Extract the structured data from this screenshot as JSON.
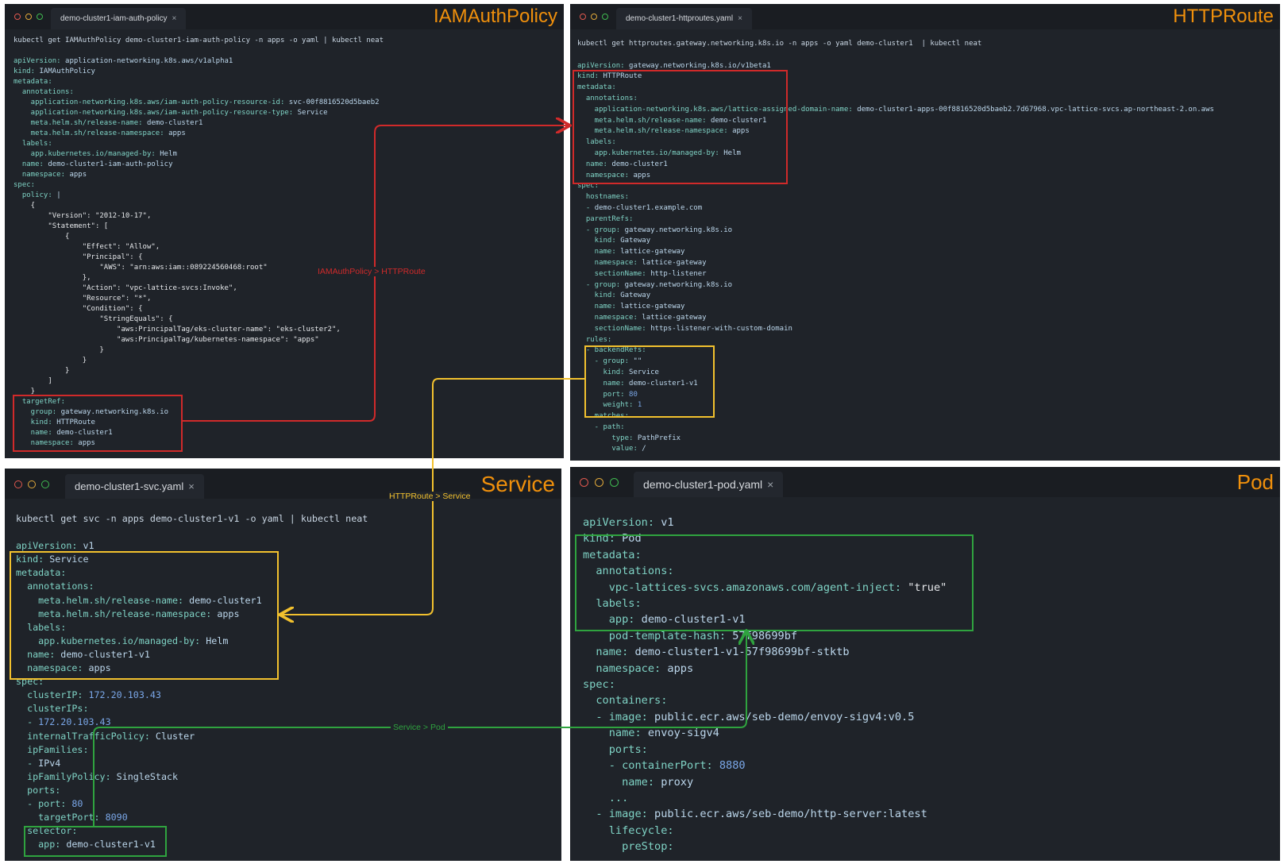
{
  "panels": {
    "iam": {
      "tab": "demo-cluster1-iam-auth-policy",
      "title": "IAMAuthPolicy",
      "command": "kubectl get IAMAuthPolicy demo-cluster1-iam-auth-policy -n apps -o yaml | kubectl neat",
      "lines": [
        {
          "t": "apiVersion: ",
          "v": "application-networking.k8s.aws/v1alpha1"
        },
        {
          "t": "kind: ",
          "v": "IAMAuthPolicy"
        },
        {
          "t": "metadata:"
        },
        {
          "t": "  annotations:"
        },
        {
          "t": "    application-networking.k8s.aws/iam-auth-policy-resource-id: ",
          "v": "svc-00f8816520d5baeb2"
        },
        {
          "t": "    application-networking.k8s.aws/iam-auth-policy-resource-type: ",
          "v": "Service"
        },
        {
          "t": "    meta.helm.sh/release-name: ",
          "v": "demo-cluster1"
        },
        {
          "t": "    meta.helm.sh/release-namespace: ",
          "v": "apps"
        },
        {
          "t": "  labels:"
        },
        {
          "t": "    app.kubernetes.io/managed-by: ",
          "v": "Helm"
        },
        {
          "t": "  name: ",
          "v": "demo-cluster1-iam-auth-policy"
        },
        {
          "t": "  namespace: ",
          "v": "apps"
        },
        {
          "t": "spec:"
        },
        {
          "t": "  policy: ",
          "v": "|"
        },
        {
          "s": "    {"
        },
        {
          "s": "        \"Version\": \"2012-10-17\","
        },
        {
          "s": "        \"Statement\": ["
        },
        {
          "s": "            {"
        },
        {
          "s": "                \"Effect\": \"Allow\","
        },
        {
          "s": "                \"Principal\": {"
        },
        {
          "s": "                    \"AWS\": \"arn:aws:iam::089224560468:root\""
        },
        {
          "s": "                },"
        },
        {
          "s": "                \"Action\": \"vpc-lattice-svcs:Invoke\","
        },
        {
          "s": "                \"Resource\": \"*\","
        },
        {
          "s": "                \"Condition\": {"
        },
        {
          "s": "                    \"StringEquals\": {"
        },
        {
          "s": "                        \"aws:PrincipalTag/eks-cluster-name\": \"eks-cluster2\","
        },
        {
          "s": "                        \"aws:PrincipalTag/kubernetes-namespace\": \"apps\""
        },
        {
          "s": "                    }"
        },
        {
          "s": "                }"
        },
        {
          "s": "            }"
        },
        {
          "s": "        ]"
        },
        {
          "s": "    }"
        },
        {
          "t": "  targetRef:"
        },
        {
          "t": "    group: ",
          "v": "gateway.networking.k8s.io"
        },
        {
          "t": "    kind: ",
          "v": "HTTPRoute"
        },
        {
          "t": "    name: ",
          "v": "demo-cluster1"
        },
        {
          "t": "    namespace: ",
          "v": "apps"
        }
      ]
    },
    "httproute": {
      "tab": "demo-cluster1-httproutes.yaml",
      "title": "HTTPRoute",
      "command": "kubectl get httproutes.gateway.networking.k8s.io -n apps -o yaml demo-cluster1  | kubectl neat",
      "lines": [
        {
          "t": "apiVersion: ",
          "v": "gateway.networking.k8s.io/v1beta1"
        },
        {
          "t": "kind: ",
          "v": "HTTPRoute"
        },
        {
          "t": "metadata:"
        },
        {
          "t": "  annotations:"
        },
        {
          "t": "    application-networking.k8s.aws/lattice-assigned-domain-name: ",
          "v": "demo-cluster1-apps-00f8816520d5baeb2.7d67968.vpc-lattice-svcs.ap-northeast-2.on.aws"
        },
        {
          "t": "    meta.helm.sh/release-name: ",
          "v": "demo-cluster1"
        },
        {
          "t": "    meta.helm.sh/release-namespace: ",
          "v": "apps"
        },
        {
          "t": "  labels:"
        },
        {
          "t": "    app.kubernetes.io/managed-by: ",
          "v": "Helm"
        },
        {
          "t": "  name: ",
          "v": "demo-cluster1"
        },
        {
          "t": "  namespace: ",
          "v": "apps"
        },
        {
          "t": "spec:"
        },
        {
          "t": "  hostnames:"
        },
        {
          "t": "  - ",
          "v": "demo-cluster1.example.com"
        },
        {
          "t": "  parentRefs:"
        },
        {
          "t": "  - group: ",
          "v": "gateway.networking.k8s.io"
        },
        {
          "t": "    kind: ",
          "v": "Gateway"
        },
        {
          "t": "    name: ",
          "v": "lattice-gateway"
        },
        {
          "t": "    namespace: ",
          "v": "lattice-gateway"
        },
        {
          "t": "    sectionName: ",
          "v": "http-listener"
        },
        {
          "t": "  - group: ",
          "v": "gateway.networking.k8s.io"
        },
        {
          "t": "    kind: ",
          "v": "Gateway"
        },
        {
          "t": "    name: ",
          "v": "lattice-gateway"
        },
        {
          "t": "    namespace: ",
          "v": "lattice-gateway"
        },
        {
          "t": "    sectionName: ",
          "v": "https-listener-with-custom-domain"
        },
        {
          "t": "  rules:"
        },
        {
          "t": "  - backendRefs:"
        },
        {
          "t": "    - group: ",
          "v": "\"\""
        },
        {
          "t": "      kind: ",
          "v": "Service"
        },
        {
          "t": "      name: ",
          "v": "demo-cluster1-v1"
        },
        {
          "t": "      port: ",
          "n": "80"
        },
        {
          "t": "      weight: ",
          "n": "1"
        },
        {
          "t": "    matches:"
        },
        {
          "t": "    - path:"
        },
        {
          "t": "        type: ",
          "v": "PathPrefix"
        },
        {
          "t": "        value: ",
          "v": "/"
        }
      ]
    },
    "service": {
      "tab": "demo-cluster1-svc.yaml",
      "title": "Service",
      "command": "kubectl get svc -n apps demo-cluster1-v1 -o yaml | kubectl neat",
      "lines": [
        {
          "t": "apiVersion: ",
          "v": "v1"
        },
        {
          "t": "kind: ",
          "v": "Service"
        },
        {
          "t": "metadata:"
        },
        {
          "t": "  annotations:"
        },
        {
          "t": "    meta.helm.sh/release-name: ",
          "v": "demo-cluster1"
        },
        {
          "t": "    meta.helm.sh/release-namespace: ",
          "v": "apps"
        },
        {
          "t": "  labels:"
        },
        {
          "t": "    app.kubernetes.io/managed-by: ",
          "v": "Helm"
        },
        {
          "t": "  name: ",
          "v": "demo-cluster1-v1"
        },
        {
          "t": "  namespace: ",
          "v": "apps"
        },
        {
          "t": "spec:"
        },
        {
          "t": "  clusterIP: ",
          "n": "172.20.103.43"
        },
        {
          "t": "  clusterIPs:"
        },
        {
          "t": "  - ",
          "n": "172.20.103.43"
        },
        {
          "t": "  internalTrafficPolicy: ",
          "v": "Cluster"
        },
        {
          "t": "  ipFamilies:"
        },
        {
          "t": "  - ",
          "v": "IPv4"
        },
        {
          "t": "  ipFamilyPolicy: ",
          "v": "SingleStack"
        },
        {
          "t": "  ports:"
        },
        {
          "t": "  - port: ",
          "n": "80"
        },
        {
          "t": "    targetPort: ",
          "n": "8090"
        },
        {
          "t": "  selector:"
        },
        {
          "t": "    app: ",
          "v": "demo-cluster1-v1"
        }
      ]
    },
    "pod": {
      "tab": "demo-cluster1-pod.yaml",
      "title": "Pod",
      "command": "",
      "lines": [
        {
          "t": "apiVersion: ",
          "v": "v1"
        },
        {
          "t": "kind: ",
          "v": "Pod"
        },
        {
          "t": "metadata:"
        },
        {
          "t": "  annotations:"
        },
        {
          "t": "    vpc-lattices-svcs.amazonaws.com/agent-inject: ",
          "s": "\"true\""
        },
        {
          "t": "  labels:"
        },
        {
          "t": "    app: ",
          "v": "demo-cluster1-v1"
        },
        {
          "t": "    pod-template-hash: ",
          "v": "57f98699bf"
        },
        {
          "t": "  name: ",
          "v": "demo-cluster1-v1-57f98699bf-stktb"
        },
        {
          "t": "  namespace: ",
          "v": "apps"
        },
        {
          "t": "spec:"
        },
        {
          "t": "  containers:"
        },
        {
          "t": "  - image: ",
          "v": "public.ecr.aws/seb-demo/envoy-sigv4:v0.5"
        },
        {
          "t": "    name: ",
          "v": "envoy-sigv4"
        },
        {
          "t": "    ports:"
        },
        {
          "t": "    - containerPort: ",
          "n": "8880"
        },
        {
          "t": "      name: ",
          "v": "proxy"
        },
        {
          "t": "    ..."
        },
        {
          "t": "  - image: ",
          "v": "public.ecr.aws/seb-demo/http-server:latest"
        },
        {
          "t": "    lifecycle:"
        },
        {
          "t": "      preStop:"
        }
      ]
    }
  },
  "connectors": {
    "iam_to_httproute": {
      "label": "IAMAuthPolicy > HTTPRoute",
      "color": "#d02a2a"
    },
    "httproute_to_service": {
      "label": "HTTPRoute > Service",
      "color": "#f2c12e"
    },
    "service_to_pod": {
      "label": "Service > Pod",
      "color": "#2fa33f"
    }
  }
}
